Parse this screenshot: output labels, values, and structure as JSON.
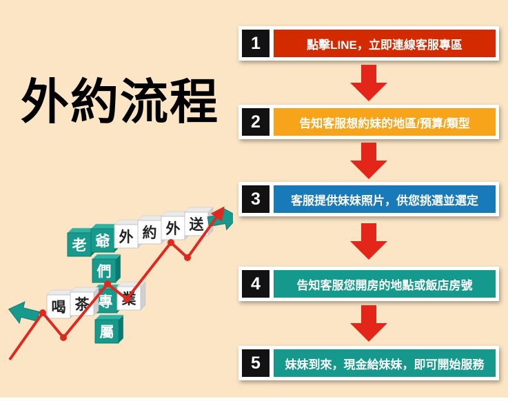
{
  "page": {
    "background": "#fbe5c5",
    "title": "外約流程"
  },
  "flow": {
    "arrow_color": "#e32619",
    "steps": [
      {
        "num": "1",
        "text": "點擊LINE，立即連線客服專區",
        "color": "#d32a00"
      },
      {
        "num": "2",
        "text": "告知客服想約妹的地區/預算/類型",
        "color": "#f8a41b"
      },
      {
        "num": "3",
        "text": "客服提供妹妹照片，供您挑選並選定",
        "color": "#187ab8"
      },
      {
        "num": "4",
        "text": "告知客服您開房的地點或飯店房號",
        "color": "#14998c"
      },
      {
        "num": "5",
        "text": "妹妹到來，現金給妹妹，即可開始服務",
        "color": "#14998c"
      }
    ]
  },
  "decoration": {
    "teal": "#17998b",
    "line_color": "#e0281e",
    "cubes": [
      {
        "ch": "老"
      },
      {
        "ch": "爺"
      },
      {
        "ch": "外"
      },
      {
        "ch": "約"
      },
      {
        "ch": "外"
      },
      {
        "ch": "送"
      },
      {
        "ch": "們"
      },
      {
        "ch": "專"
      },
      {
        "ch": "屬"
      },
      {
        "ch": "喝"
      },
      {
        "ch": "茶"
      },
      {
        "ch": "業"
      }
    ]
  }
}
